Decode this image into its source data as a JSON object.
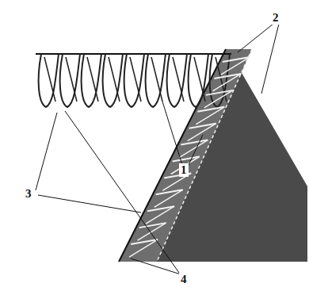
{
  "diagram": {
    "labels": [
      "2",
      "1",
      "3",
      "4"
    ]
  }
}
